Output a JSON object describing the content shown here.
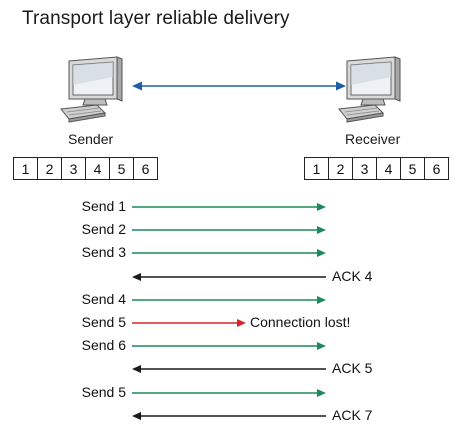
{
  "title": "Transport layer reliable delivery",
  "sender": {
    "label": "Sender",
    "segments": [
      "1",
      "2",
      "3",
      "4",
      "5",
      "6"
    ]
  },
  "receiver": {
    "label": "Receiver",
    "segments": [
      "1",
      "2",
      "3",
      "4",
      "5",
      "6"
    ]
  },
  "link_color": "#1f5fa8",
  "colors": {
    "send": "#1d8a5a",
    "ack": "#1a1a1a",
    "lost": "#d6262b"
  },
  "events": [
    {
      "label": "Send 1",
      "direction": "to-receiver",
      "status": "send"
    },
    {
      "label": "Send 2",
      "direction": "to-receiver",
      "status": "send"
    },
    {
      "label": "Send 3",
      "direction": "to-receiver",
      "status": "send"
    },
    {
      "label": "ACK 4",
      "direction": "to-sender",
      "status": "ack"
    },
    {
      "label": "Send 4",
      "direction": "to-receiver",
      "status": "send"
    },
    {
      "label": "Send 5",
      "direction": "to-receiver",
      "status": "lost",
      "note": "Connection lost!"
    },
    {
      "label": "Send 6",
      "direction": "to-receiver",
      "status": "send"
    },
    {
      "label": "ACK 5",
      "direction": "to-sender",
      "status": "ack"
    },
    {
      "label": "Send 5",
      "direction": "to-receiver",
      "status": "send"
    },
    {
      "label": "ACK 7",
      "direction": "to-sender",
      "status": "ack"
    }
  ]
}
